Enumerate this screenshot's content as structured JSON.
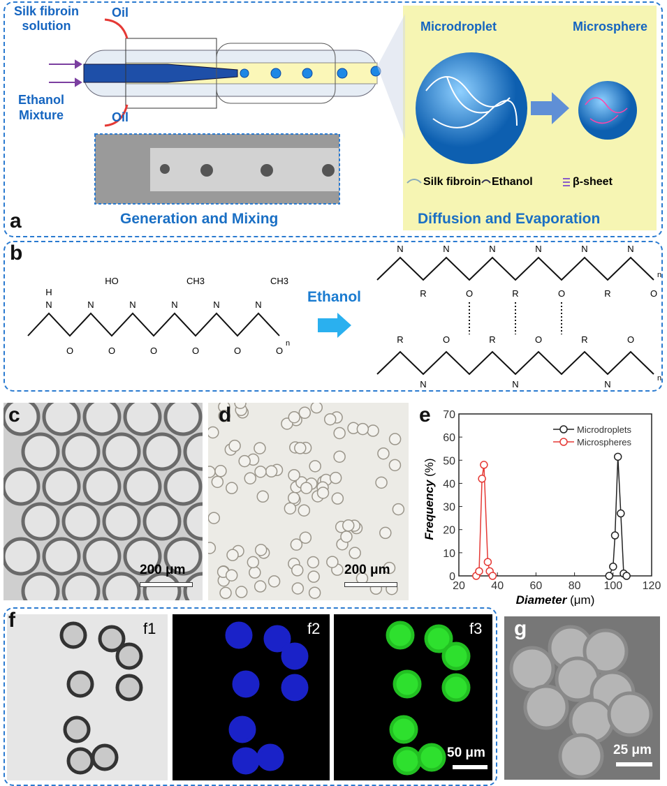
{
  "panel_a": {
    "label": "a",
    "silk": "Silk fibroin",
    "solution": "solution",
    "oil_top": "Oil",
    "oil_bottom": "Oil",
    "ethanol": "Ethanol",
    "mixture": "Mixture",
    "microdroplet": "Microdroplet",
    "microsphere": "Microsphere",
    "legend": {
      "silk": "Silk fibroin",
      "ethanol": "Ethanol",
      "beta": "β-sheet"
    },
    "caption_left": "Generation and Mixing",
    "caption_right": "Diffusion and Evaporation",
    "colors": {
      "yellow": "#f6f5b3",
      "blue": "#1565c0",
      "sphere": "#1e88e5"
    }
  },
  "panel_b": {
    "label": "b",
    "arrow_label": "Ethanol",
    "ho": "HO",
    "ch3": "CH3",
    "o": "O",
    "n": "N",
    "h": "H",
    "r": "R",
    "sub_n": "n"
  },
  "panel_c": {
    "label": "c",
    "scale": "200 μm"
  },
  "panel_d": {
    "label": "d",
    "scale": "200 μm"
  },
  "panel_e": {
    "label": "e"
  },
  "panel_f": {
    "label": "f",
    "f1": "f1",
    "f2": "f2",
    "f3": "f3",
    "scale": "50 μm"
  },
  "panel_g": {
    "label": "g",
    "scale": "25 μm"
  },
  "chart_data": {
    "type": "line",
    "xlabel": "Diameter",
    "xunit": "(μm)",
    "ylabel": "Frequency",
    "yunit": "(%)",
    "xlim": [
      20,
      120
    ],
    "ylim": [
      0,
      70
    ],
    "xticks": [
      "20",
      "40",
      "60",
      "80",
      "100",
      "120"
    ],
    "yticks": [
      "0",
      "10",
      "20",
      "30",
      "40",
      "50",
      "60",
      "70"
    ],
    "legend_position": "top-right",
    "series": [
      {
        "name": "Microdroplets",
        "color": "#222222",
        "x": [
          98,
          100,
          101,
          102.5,
          104,
          105.5,
          107
        ],
        "y": [
          0,
          4,
          17.5,
          51.5,
          27,
          1,
          0
        ]
      },
      {
        "name": "Microspheres",
        "color": "#e53935",
        "x": [
          29,
          30.5,
          32,
          33,
          35,
          36,
          37.5
        ],
        "y": [
          0,
          2,
          42,
          48,
          6,
          2,
          0
        ]
      }
    ]
  }
}
